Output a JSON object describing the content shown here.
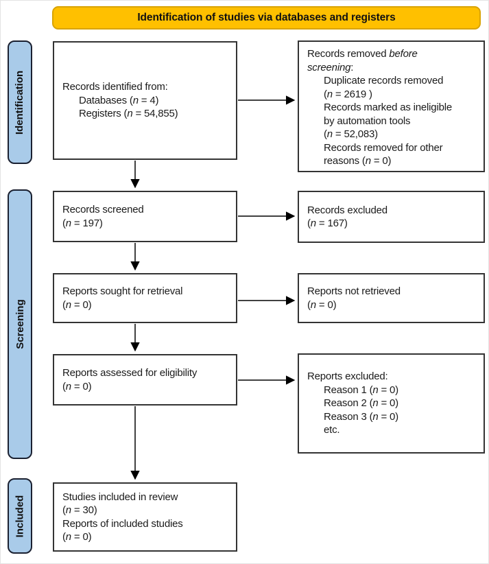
{
  "banner": {
    "label": "Identification of studies via databases and registers"
  },
  "stages": {
    "identification": "Identification",
    "screening": "Screening",
    "included": "Included"
  },
  "colors": {
    "banner_bg": "#FFC000",
    "stage_fill": "#A9CBE9",
    "stage_border": "#1A2030",
    "box_border": "#333333",
    "arrow": "#000000"
  },
  "boxes": {
    "records_identified": {
      "lines": [
        {
          "indent": 0,
          "segs": [
            {
              "t": "Records identified from:"
            }
          ]
        },
        {
          "indent": 1,
          "segs": [
            {
              "t": "Databases ("
            },
            {
              "t": "n",
              "i": true
            },
            {
              "t": " = 4)"
            }
          ]
        },
        {
          "indent": 1,
          "segs": [
            {
              "t": "Registers ("
            },
            {
              "t": "n",
              "i": true
            },
            {
              "t": " = 54,855)"
            }
          ]
        }
      ]
    },
    "records_removed": {
      "lines": [
        {
          "indent": 0,
          "segs": [
            {
              "t": "Records removed "
            },
            {
              "t": "before",
              "i": true
            }
          ]
        },
        {
          "indent": 0,
          "segs": [
            {
              "t": "screening",
              "i": true
            },
            {
              "t": ":"
            }
          ]
        },
        {
          "indent": 1,
          "segs": [
            {
              "t": "Duplicate records removed"
            }
          ]
        },
        {
          "indent": 1,
          "segs": [
            {
              "t": "("
            },
            {
              "t": "n",
              "i": true
            },
            {
              "t": " = 2619 )"
            }
          ]
        },
        {
          "indent": 1,
          "segs": [
            {
              "t": "Records marked as ineligible"
            }
          ]
        },
        {
          "indent": 1,
          "segs": [
            {
              "t": "by automation tools"
            }
          ]
        },
        {
          "indent": 1,
          "segs": [
            {
              "t": "("
            },
            {
              "t": "n",
              "i": true
            },
            {
              "t": " = 52,083)"
            }
          ]
        },
        {
          "indent": 1,
          "segs": [
            {
              "t": "Records removed for other"
            }
          ]
        },
        {
          "indent": 1,
          "segs": [
            {
              "t": "reasons ("
            },
            {
              "t": "n",
              "i": true
            },
            {
              "t": " = 0)"
            }
          ]
        }
      ]
    },
    "records_screened": {
      "lines": [
        {
          "indent": 0,
          "segs": [
            {
              "t": "Records screened"
            }
          ]
        },
        {
          "indent": 0,
          "segs": [
            {
              "t": "("
            },
            {
              "t": "n",
              "i": true
            },
            {
              "t": " = 197)"
            }
          ]
        }
      ]
    },
    "records_excluded": {
      "lines": [
        {
          "indent": 0,
          "segs": [
            {
              "t": "Records excluded"
            }
          ]
        },
        {
          "indent": 0,
          "segs": [
            {
              "t": "("
            },
            {
              "t": "n",
              "i": true
            },
            {
              "t": " = 167)"
            }
          ]
        }
      ]
    },
    "reports_sought": {
      "lines": [
        {
          "indent": 0,
          "segs": [
            {
              "t": "Reports sought for retrieval"
            }
          ]
        },
        {
          "indent": 0,
          "segs": [
            {
              "t": "("
            },
            {
              "t": "n",
              "i": true
            },
            {
              "t": " = 0)"
            }
          ]
        }
      ]
    },
    "reports_not_retrieved": {
      "lines": [
        {
          "indent": 0,
          "segs": [
            {
              "t": "Reports not retrieved"
            }
          ]
        },
        {
          "indent": 0,
          "segs": [
            {
              "t": "("
            },
            {
              "t": "n",
              "i": true
            },
            {
              "t": " = 0)"
            }
          ]
        }
      ]
    },
    "reports_assessed": {
      "lines": [
        {
          "indent": 0,
          "segs": [
            {
              "t": "Reports assessed for eligibility"
            }
          ]
        },
        {
          "indent": 0,
          "segs": [
            {
              "t": "("
            },
            {
              "t": "n",
              "i": true
            },
            {
              "t": " = 0)"
            }
          ]
        }
      ]
    },
    "reports_excluded": {
      "lines": [
        {
          "indent": 0,
          "segs": [
            {
              "t": "Reports excluded:"
            }
          ]
        },
        {
          "indent": 1,
          "segs": [
            {
              "t": "Reason 1 ("
            },
            {
              "t": "n",
              "i": true
            },
            {
              "t": " = 0)"
            }
          ]
        },
        {
          "indent": 1,
          "segs": [
            {
              "t": "Reason 2 ("
            },
            {
              "t": "n",
              "i": true
            },
            {
              "t": " = 0)"
            }
          ]
        },
        {
          "indent": 1,
          "segs": [
            {
              "t": "Reason 3 ("
            },
            {
              "t": "n",
              "i": true
            },
            {
              "t": " = 0)"
            }
          ]
        },
        {
          "indent": 1,
          "segs": [
            {
              "t": "etc."
            }
          ]
        }
      ]
    },
    "studies_included": {
      "lines": [
        {
          "indent": 0,
          "segs": [
            {
              "t": "Studies included in review"
            }
          ]
        },
        {
          "indent": 0,
          "segs": [
            {
              "t": "("
            },
            {
              "t": "n",
              "i": true
            },
            {
              "t": " = 30)"
            }
          ]
        },
        {
          "indent": 0,
          "segs": [
            {
              "t": "Reports of included studies"
            }
          ]
        },
        {
          "indent": 0,
          "segs": [
            {
              "t": "("
            },
            {
              "t": "n",
              "i": true
            },
            {
              "t": " = 0)"
            }
          ]
        }
      ]
    }
  }
}
